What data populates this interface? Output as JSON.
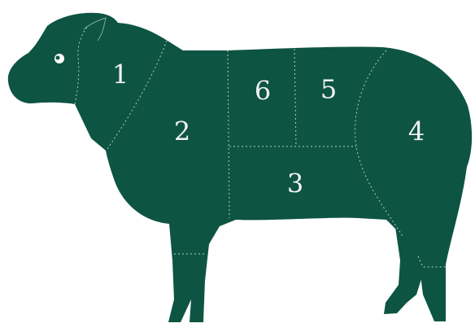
{
  "colors": {
    "body": "#0d5443",
    "line": "#cfe3da",
    "label": "#f2f2f2",
    "eye": "#ffffff",
    "background": "#ffffff"
  },
  "cuts": [
    {
      "id": "neck",
      "label": "1"
    },
    {
      "id": "shoulder",
      "label": "2"
    },
    {
      "id": "breast-flank",
      "label": "3"
    },
    {
      "id": "leg",
      "label": "4"
    },
    {
      "id": "loin",
      "label": "5"
    },
    {
      "id": "rack",
      "label": "6"
    }
  ]
}
